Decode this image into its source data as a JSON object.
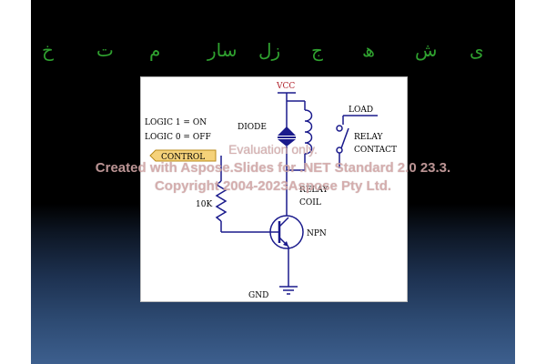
{
  "slide": {
    "title_letters": [
      "ی",
      "ش",
      "ﮪ",
      "ج",
      "ﺯﻝ",
      "ﺳﺎﺭ",
      "ﻡ",
      "ﺕ",
      "ﺥ"
    ]
  },
  "diagram": {
    "vcc": "VCC",
    "diode": "DIODE",
    "logic_on": "LOGIC 1 = ON",
    "logic_off": "LOGIC 0 = OFF",
    "control": "CONTROL",
    "resistor": "10K",
    "load": "LOAD",
    "relay_contact_1": "RELAY",
    "relay_contact_2": "CONTACT",
    "relay_coil_1": "RELAY",
    "relay_coil_2": "COIL",
    "transistor": "NPN",
    "ground": "GND"
  },
  "watermark": {
    "line1": "Evaluation only.",
    "line2": "Created with Aspose.Slides for .NET Standard 2.0 23.3.",
    "line3": "Copyright 2004-2023Aspose Pty Ltd."
  }
}
